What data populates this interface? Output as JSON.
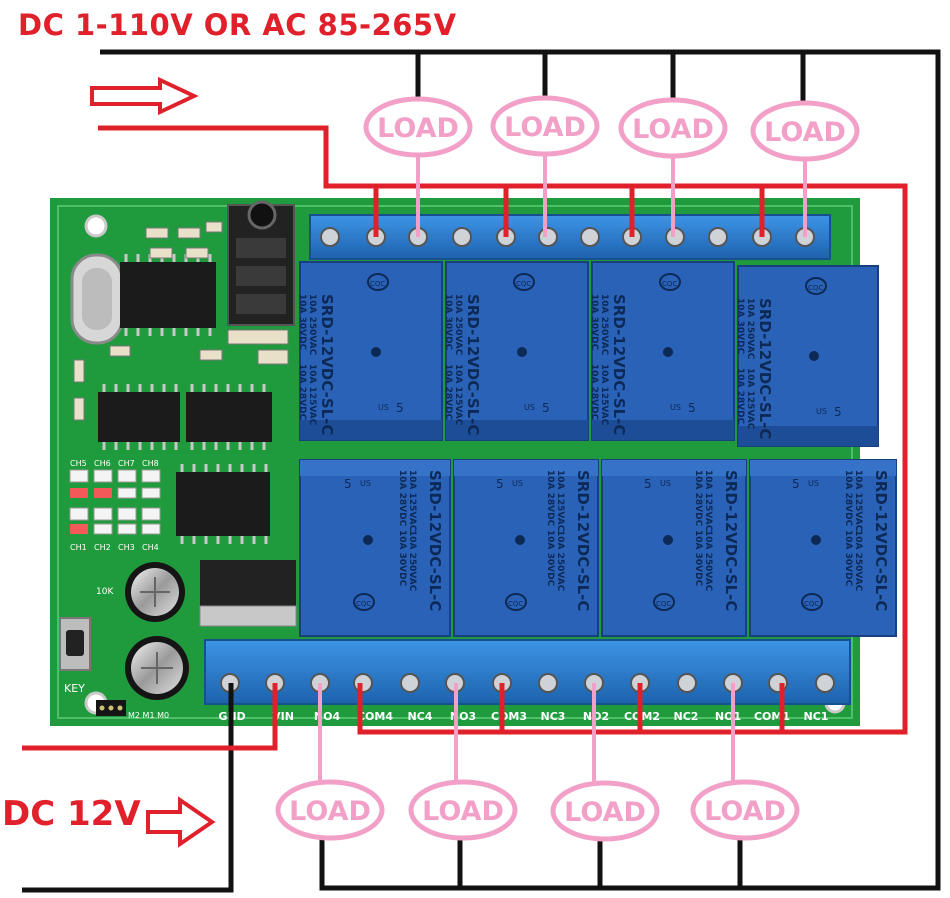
{
  "title_top": "DC 1-110V OR AC 85-265V",
  "title_bottom": "DC 12V",
  "load_label": "LOAD",
  "relay": {
    "model": "SRD-12VDC-SL-C",
    "rating_1": "10A 250VAC",
    "rating_2": "10A 30VDC",
    "rating_3": "10A 125VAC",
    "rating_4": "10A 28VDC",
    "cert_1": "CQC",
    "cert_2": "US",
    "cert_3": "5"
  },
  "terminals_bottom": [
    "GND",
    "VIN",
    "NO4",
    "COM4",
    "NC4",
    "NO3",
    "COM3",
    "NC3",
    "NO2",
    "COM2",
    "NC2",
    "NO1",
    "COM1",
    "NC1"
  ],
  "board_labels": {
    "key": "KEY",
    "channels_top": [
      "CH5",
      "CH6",
      "CH7",
      "CH8"
    ],
    "channels_bottom": [
      "CH1",
      "CH2",
      "CH3",
      "CH4"
    ],
    "jumpers": "M2 M1 M0",
    "resistor": "10K"
  },
  "colors": {
    "wire_red": "#e0202a",
    "wire_black": "#111111",
    "load_pink": "#f2a0c8",
    "relay_blue": "#2a62b8",
    "terminal_blue": "#2c7fd0",
    "pcb_green": "#1f9a3c"
  }
}
